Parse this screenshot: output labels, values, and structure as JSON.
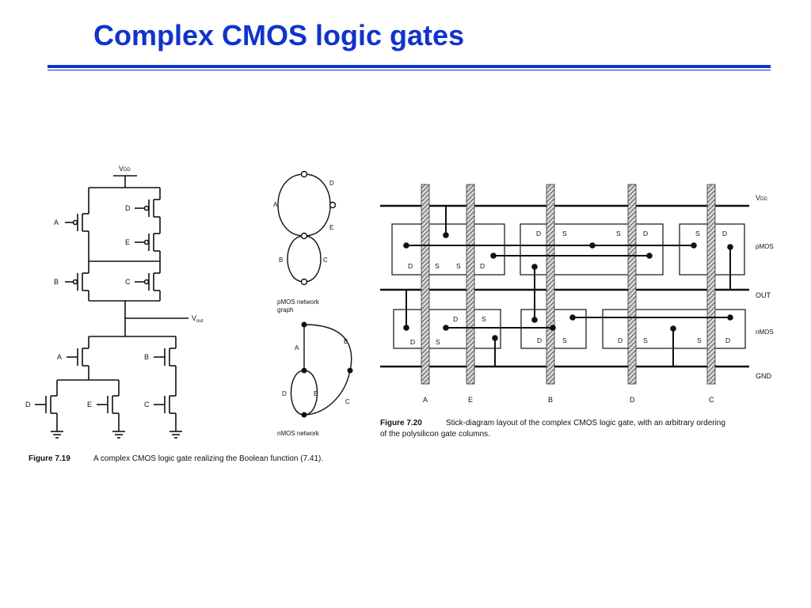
{
  "slide": {
    "title": "Complex CMOS logic gates"
  },
  "fig19": {
    "vdd": "V",
    "vdd_sub": "DD",
    "vout": "V",
    "vout_sub": "out",
    "labels": {
      "a": "A",
      "b": "B",
      "c": "C",
      "d": "D",
      "e": "E"
    },
    "caption_label": "Figure 7.19",
    "caption_text": "A complex CMOS logic gate realizing the Boolean function (7.41)."
  },
  "graphs": {
    "pmos_caption_line1": "pMOS network",
    "pmos_caption_line2": "graph",
    "nmos_caption": "nMOS network",
    "labels": {
      "a": "A",
      "b": "B",
      "c": "C",
      "d": "D",
      "e": "E"
    }
  },
  "fig20": {
    "rails": {
      "vdd": "V",
      "vdd_sub": "DD",
      "out": "OUT",
      "gnd": "GND"
    },
    "regions": {
      "pmos": "pMOS",
      "nmos": "nMOS"
    },
    "terminals": {
      "d": "D",
      "s": "S"
    },
    "columns": [
      "A",
      "E",
      "B",
      "D",
      "C"
    ],
    "caption_label": "Figure 7.20",
    "caption_line1": "Stick-diagram layout of the complex CMOS logic gate, with an arbitrary ordering",
    "caption_line2": "of the polysilicon gate columns."
  }
}
